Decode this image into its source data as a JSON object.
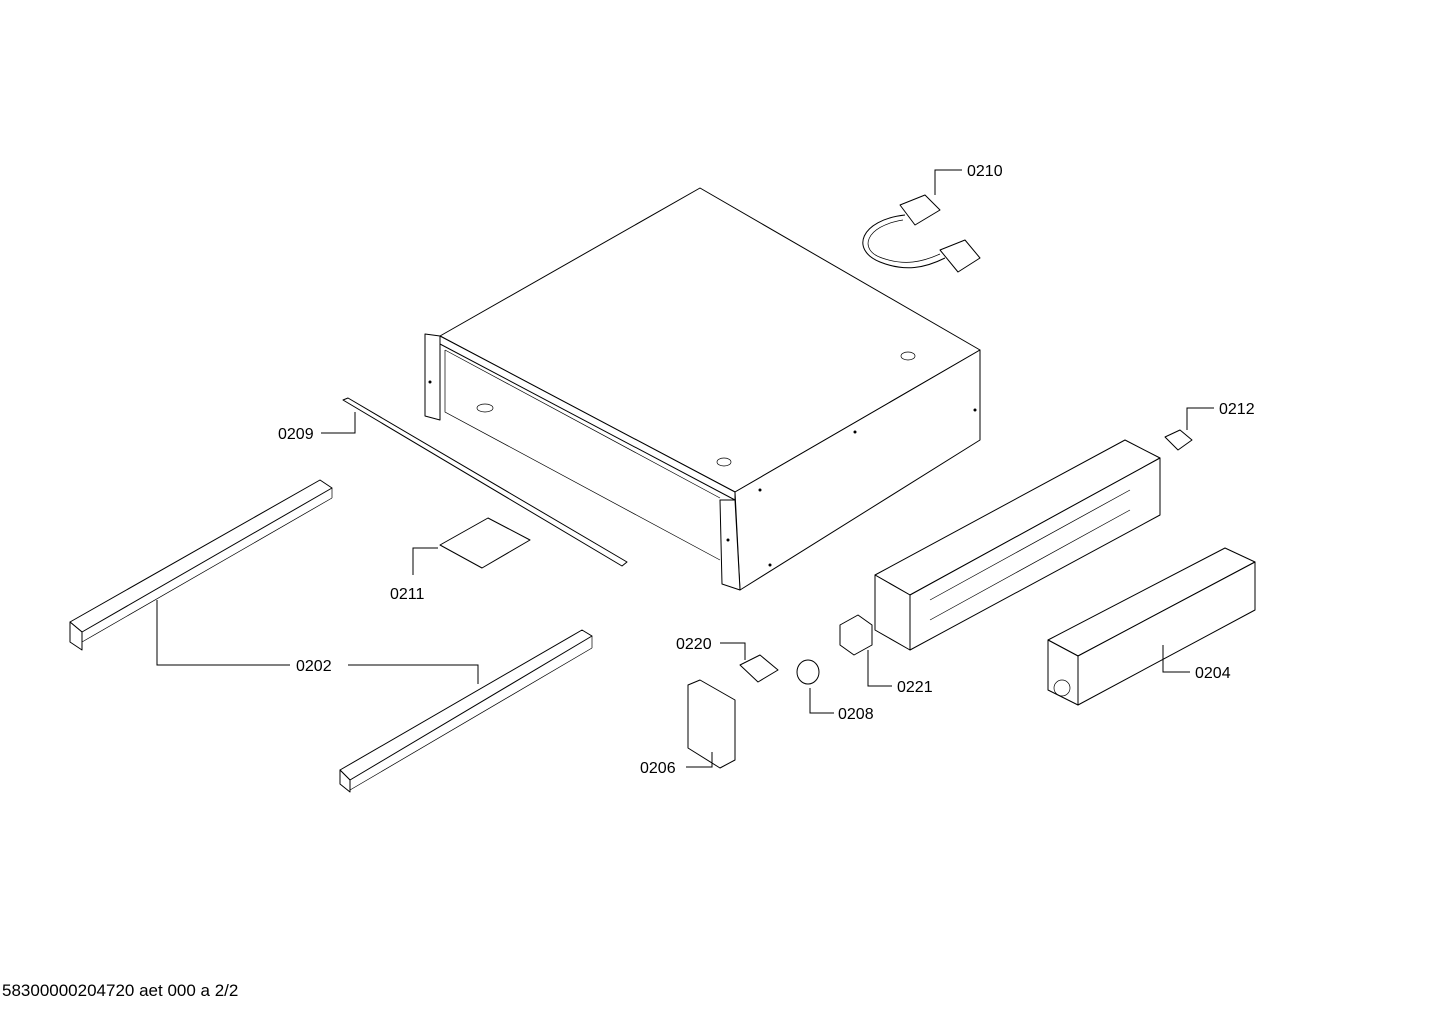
{
  "diagram": {
    "parts": {
      "p0210": "0210",
      "p0212": "0212",
      "p0209": "0209",
      "p0211": "0211",
      "p0202": "0202",
      "p0220": "0220",
      "p0221": "0221",
      "p0208": "0208",
      "p0204": "0204",
      "p0206": "0206"
    }
  },
  "footer": {
    "doc_id": "58300000204720 aet 000 a 2/2"
  }
}
